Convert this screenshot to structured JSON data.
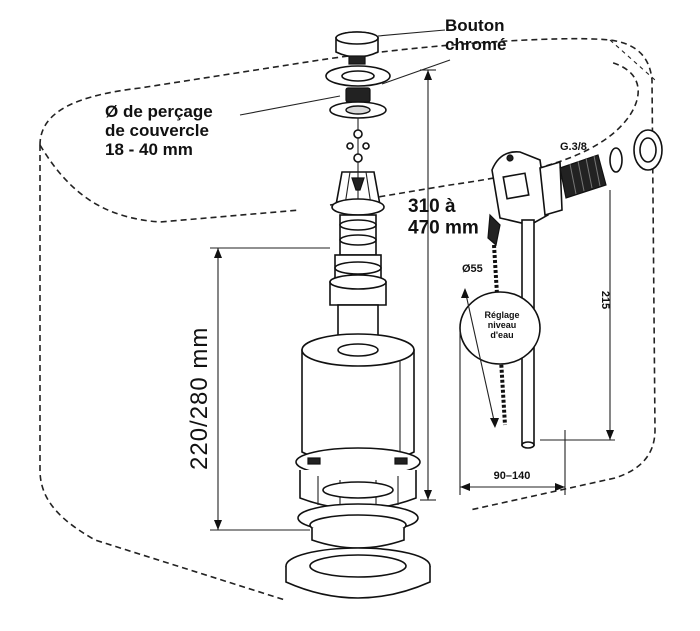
{
  "labels": {
    "button": "Bouton\nchromé",
    "drill_diameter": "Ø de perçage\nde couvercle\n18 - 40 mm",
    "height_range": "310 à\n470 mm",
    "body_height": "220/280  mm",
    "thread": "G.3/8",
    "diameter": "Ø55",
    "water_level": "Réglage\nniveau\nd'eau",
    "dim_215": "215",
    "dim_90_140": "90–140"
  }
}
